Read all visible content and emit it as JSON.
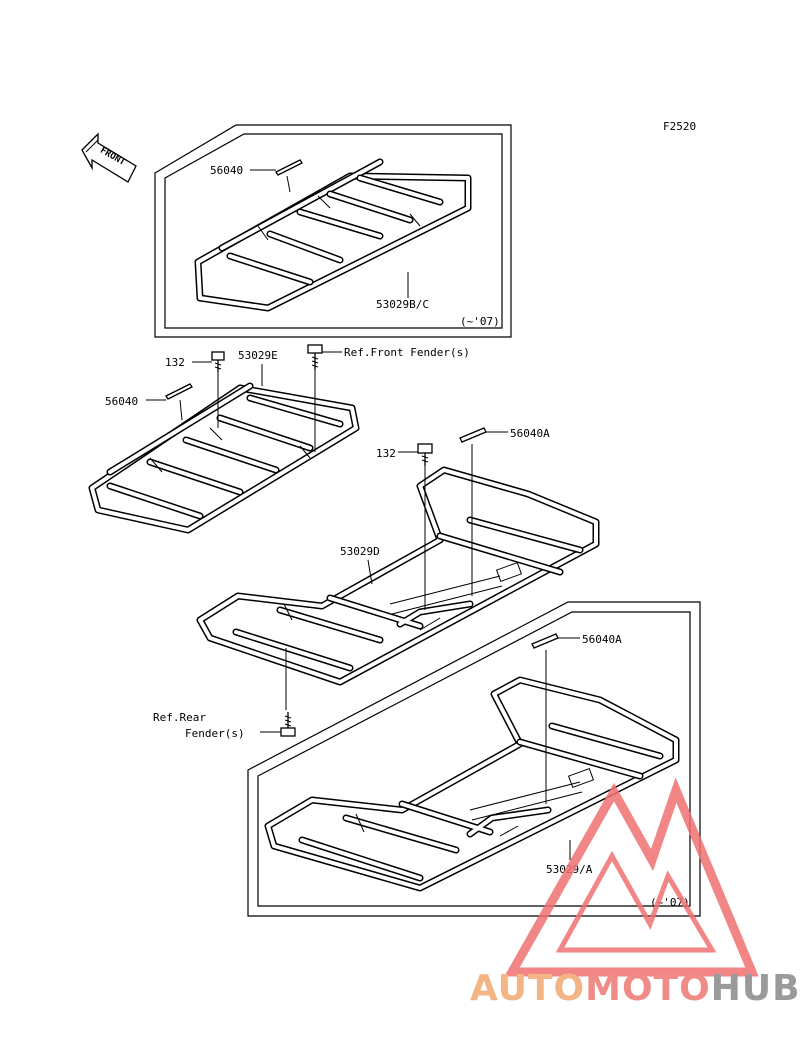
{
  "figure_code": "F2520",
  "front_arrow": {
    "label": "FRONT",
    "icon": "front-direction-arrow-icon"
  },
  "parts": {
    "top_inset_decal": "56040",
    "top_inset_carrier": "53029B/C",
    "top_inset_note": "(~'07)",
    "bolt_front_left": "132",
    "front_carrier_mid": "53029E",
    "ref_front_fender": "Ref.Front Fender(s)",
    "front_decal": "56040",
    "bolt_rear": "132",
    "rear_decal": "56040A",
    "rear_carrier_mid": "53029D",
    "ref_rear_fender_line1": "Ref.Rear",
    "ref_rear_fender_line2": "Fender(s)",
    "bottom_inset_decal": "56040A",
    "bottom_inset_carrier": "53029/A",
    "bottom_inset_note": "(~'07)"
  },
  "watermark": {
    "part1": "AUTO",
    "part2": "MOTO",
    "part3": "HUB",
    "color_part1": "#f3b585",
    "color_part2": "#f08c87",
    "color_part3": "#9a9a9a",
    "logo_color": "#f07070"
  }
}
